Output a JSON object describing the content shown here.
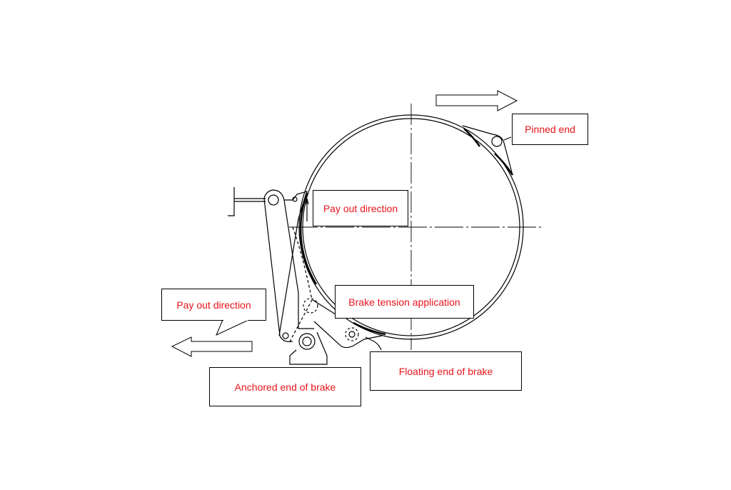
{
  "labels": {
    "pinned_end": "Pinned end",
    "pay_out_direction_top": "Pay out direction",
    "pay_out_direction_left": "Pay out direction",
    "brake_tension_application": "Brake tension application",
    "floating_end": "Floating end of brake",
    "anchored_end": "Anchored end of brake"
  },
  "colors": {
    "label_text": "#e8141b",
    "line": "#000000"
  }
}
